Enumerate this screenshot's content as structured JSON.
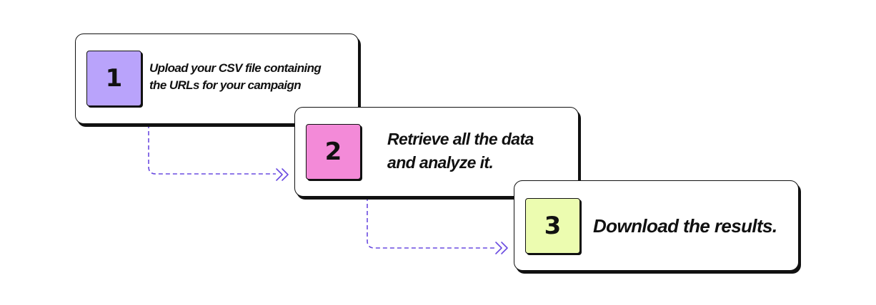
{
  "colors": {
    "accent_connector": "#6a4be0",
    "step1_fill": "#b9a3fb",
    "step2_fill": "#f38ad8",
    "step3_fill": "#ecfcb0",
    "outline": "#111111"
  },
  "steps": [
    {
      "number": "1",
      "text_line1": "Upload your CSV file containing",
      "text_line2": "the URLs for your campaign"
    },
    {
      "number": "2",
      "text_line1": "Retrieve all the data",
      "text_line2": "and analyze it."
    },
    {
      "number": "3",
      "text_line1": "Download the results.",
      "text_line2": ""
    }
  ],
  "connectors": [
    {
      "from": "1",
      "to": "2",
      "icon": "double-chevron-right-icon"
    },
    {
      "from": "2",
      "to": "3",
      "icon": "double-chevron-right-icon"
    }
  ]
}
